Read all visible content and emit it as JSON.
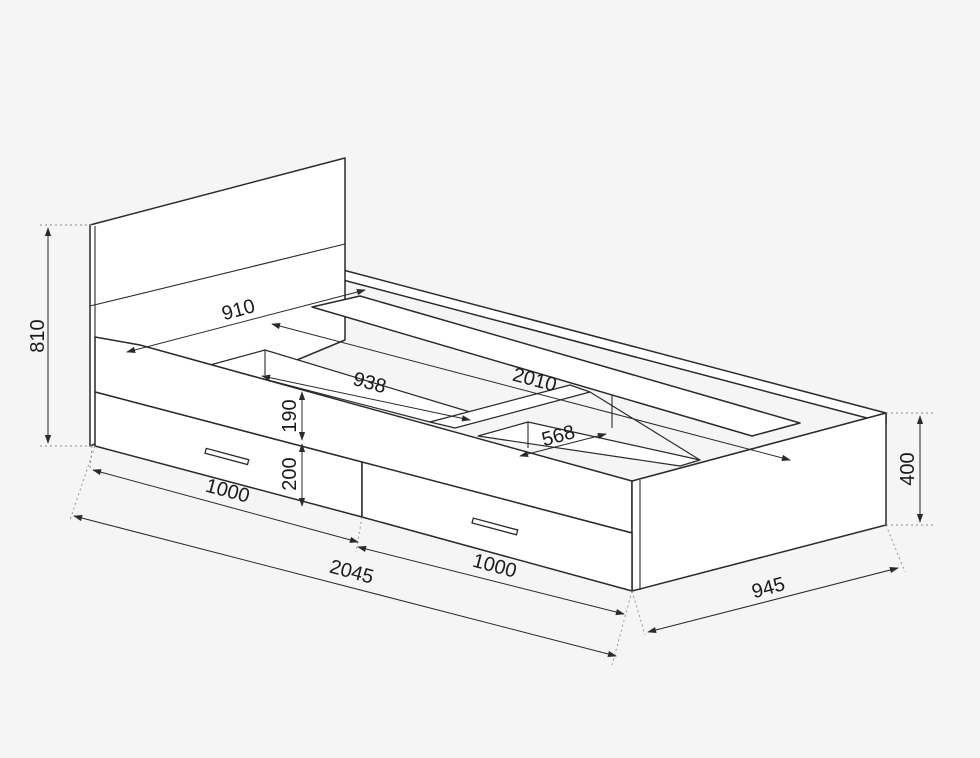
{
  "dimensions": {
    "headboard_height": "810",
    "headboard_width": "910",
    "slat_frame_width": "938",
    "inner_length": "2010",
    "inner_compartment": "568",
    "side_rail_height": "190",
    "drawer_height": "200",
    "drawer_left_length": "1000",
    "drawer_right_length": "1000",
    "overall_length": "2045",
    "overall_width": "945",
    "footboard_height": "400"
  },
  "colors": {
    "line": "#2a2a2a",
    "background": "#f5f5f5",
    "panel": "#ffffff"
  }
}
